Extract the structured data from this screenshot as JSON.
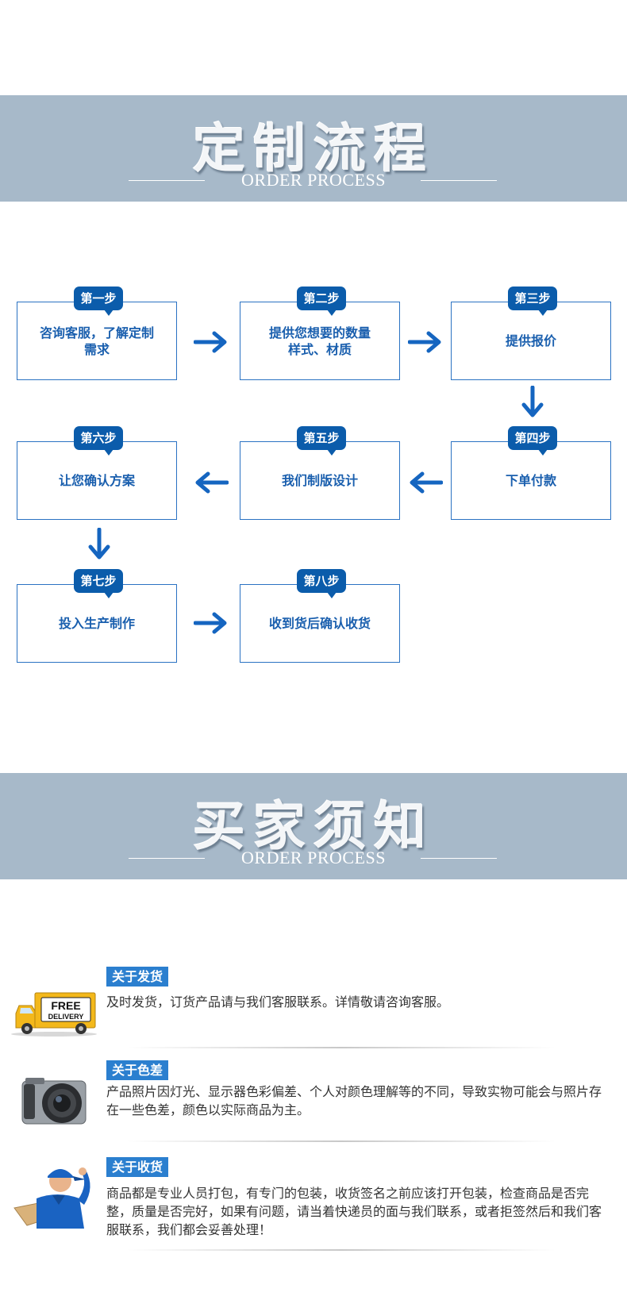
{
  "sections": [
    {
      "title": "定制流程",
      "subtitle": "ORDER PROCESS"
    },
    {
      "title": "买家须知",
      "subtitle": "ORDER PROCESS"
    }
  ],
  "steps": [
    {
      "tag": "第一步",
      "text": "咨询客服，了解定制\n需求"
    },
    {
      "tag": "第二步",
      "text": "提供您想要的数量\n样式、材质"
    },
    {
      "tag": "第三步",
      "text": "提供报价"
    },
    {
      "tag": "第四步",
      "text": "下单付款"
    },
    {
      "tag": "第五步",
      "text": "我们制版设计"
    },
    {
      "tag": "第六步",
      "text": "让您确认方案"
    },
    {
      "tag": "第七步",
      "text": "投入生产制作"
    },
    {
      "tag": "第八步",
      "text": "收到货后确认收货"
    }
  ],
  "notices": [
    {
      "icon": "delivery-truck-icon",
      "badge": "FREE\nDELIVERY",
      "title": "关于发货",
      "text": "及时发货，订货产品请与我们客服联系。详情敬请咨询客服。"
    },
    {
      "icon": "camera-icon",
      "title": "关于色差",
      "text": "产品照片因灯光、显示器色彩偏差、个人对颜色理解等的不同，导致实物可能会与照片存在一些色差，颜色以实际商品为主。"
    },
    {
      "icon": "delivery-man-icon",
      "title": "关于收货",
      "text": "商品都是专业人员打包，有专门的包装，收货签名之前应该打开包装，检查商品是否完整，质量是否完好，如果有问题，请当着快递员的面与我们联系，或者拒签然后和我们客服联系，我们都会妥善处理！"
    }
  ]
}
